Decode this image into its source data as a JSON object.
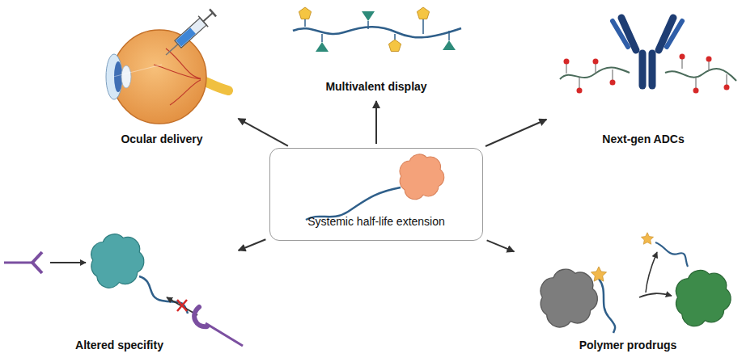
{
  "diagram": {
    "nodes": [
      {
        "text": [
          "Ocular delivery"
        ]
      },
      {
        "text": [
          "Multivalent display"
        ]
      },
      {
        "text": [
          "Next-gen ADCs"
        ]
      },
      {
        "text": [
          "Systemic half-life extension"
        ]
      },
      {
        "text": [
          "Altered specifity"
        ]
      },
      {
        "text": [
          "Polymer prodrugs"
        ]
      }
    ],
    "edges": [
      {
        "from": 3,
        "to": 0,
        "arrow": "to"
      },
      {
        "from": 3,
        "to": 1,
        "arrow": "to"
      },
      {
        "from": 3,
        "to": 2,
        "arrow": "to"
      },
      {
        "from": 3,
        "to": 4,
        "arrow": "to"
      },
      {
        "from": 3,
        "to": 5,
        "arrow": "to"
      }
    ]
  }
}
